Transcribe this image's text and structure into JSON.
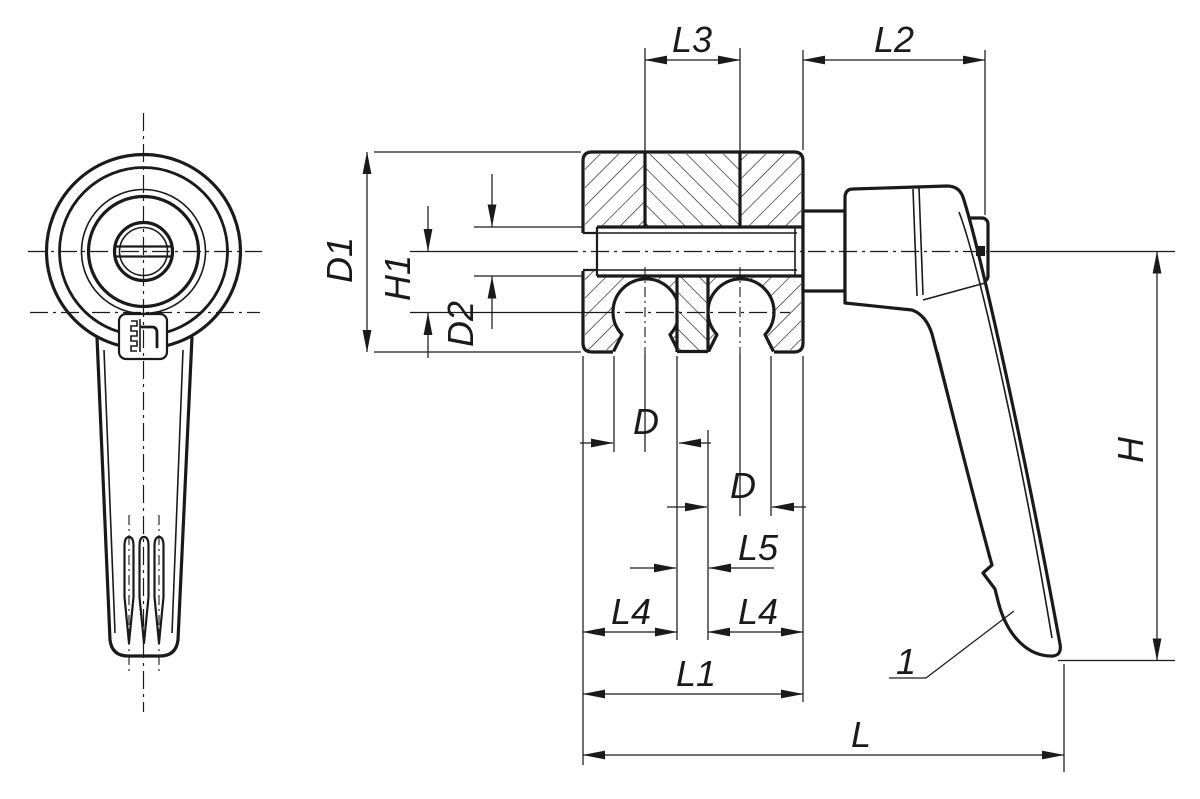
{
  "page": {
    "background": "#ffffff",
    "line_color": "#1a1a1a",
    "description": "Two-view technical drawing of an adjustable clamping lever with twin cross-bores"
  },
  "dimensions": {
    "l3": "L3",
    "l2": "L2",
    "d1": "D1",
    "h1": "H1",
    "d2": "D2",
    "d_left": "D",
    "d_right": "D",
    "l5": "L5",
    "l4_left": "L4",
    "l4_right": "L4",
    "l1": "L1",
    "l": "L",
    "h": "H"
  },
  "callouts": {
    "item_1": "1"
  },
  "icons": {
    "logo": "kipp-logo"
  }
}
